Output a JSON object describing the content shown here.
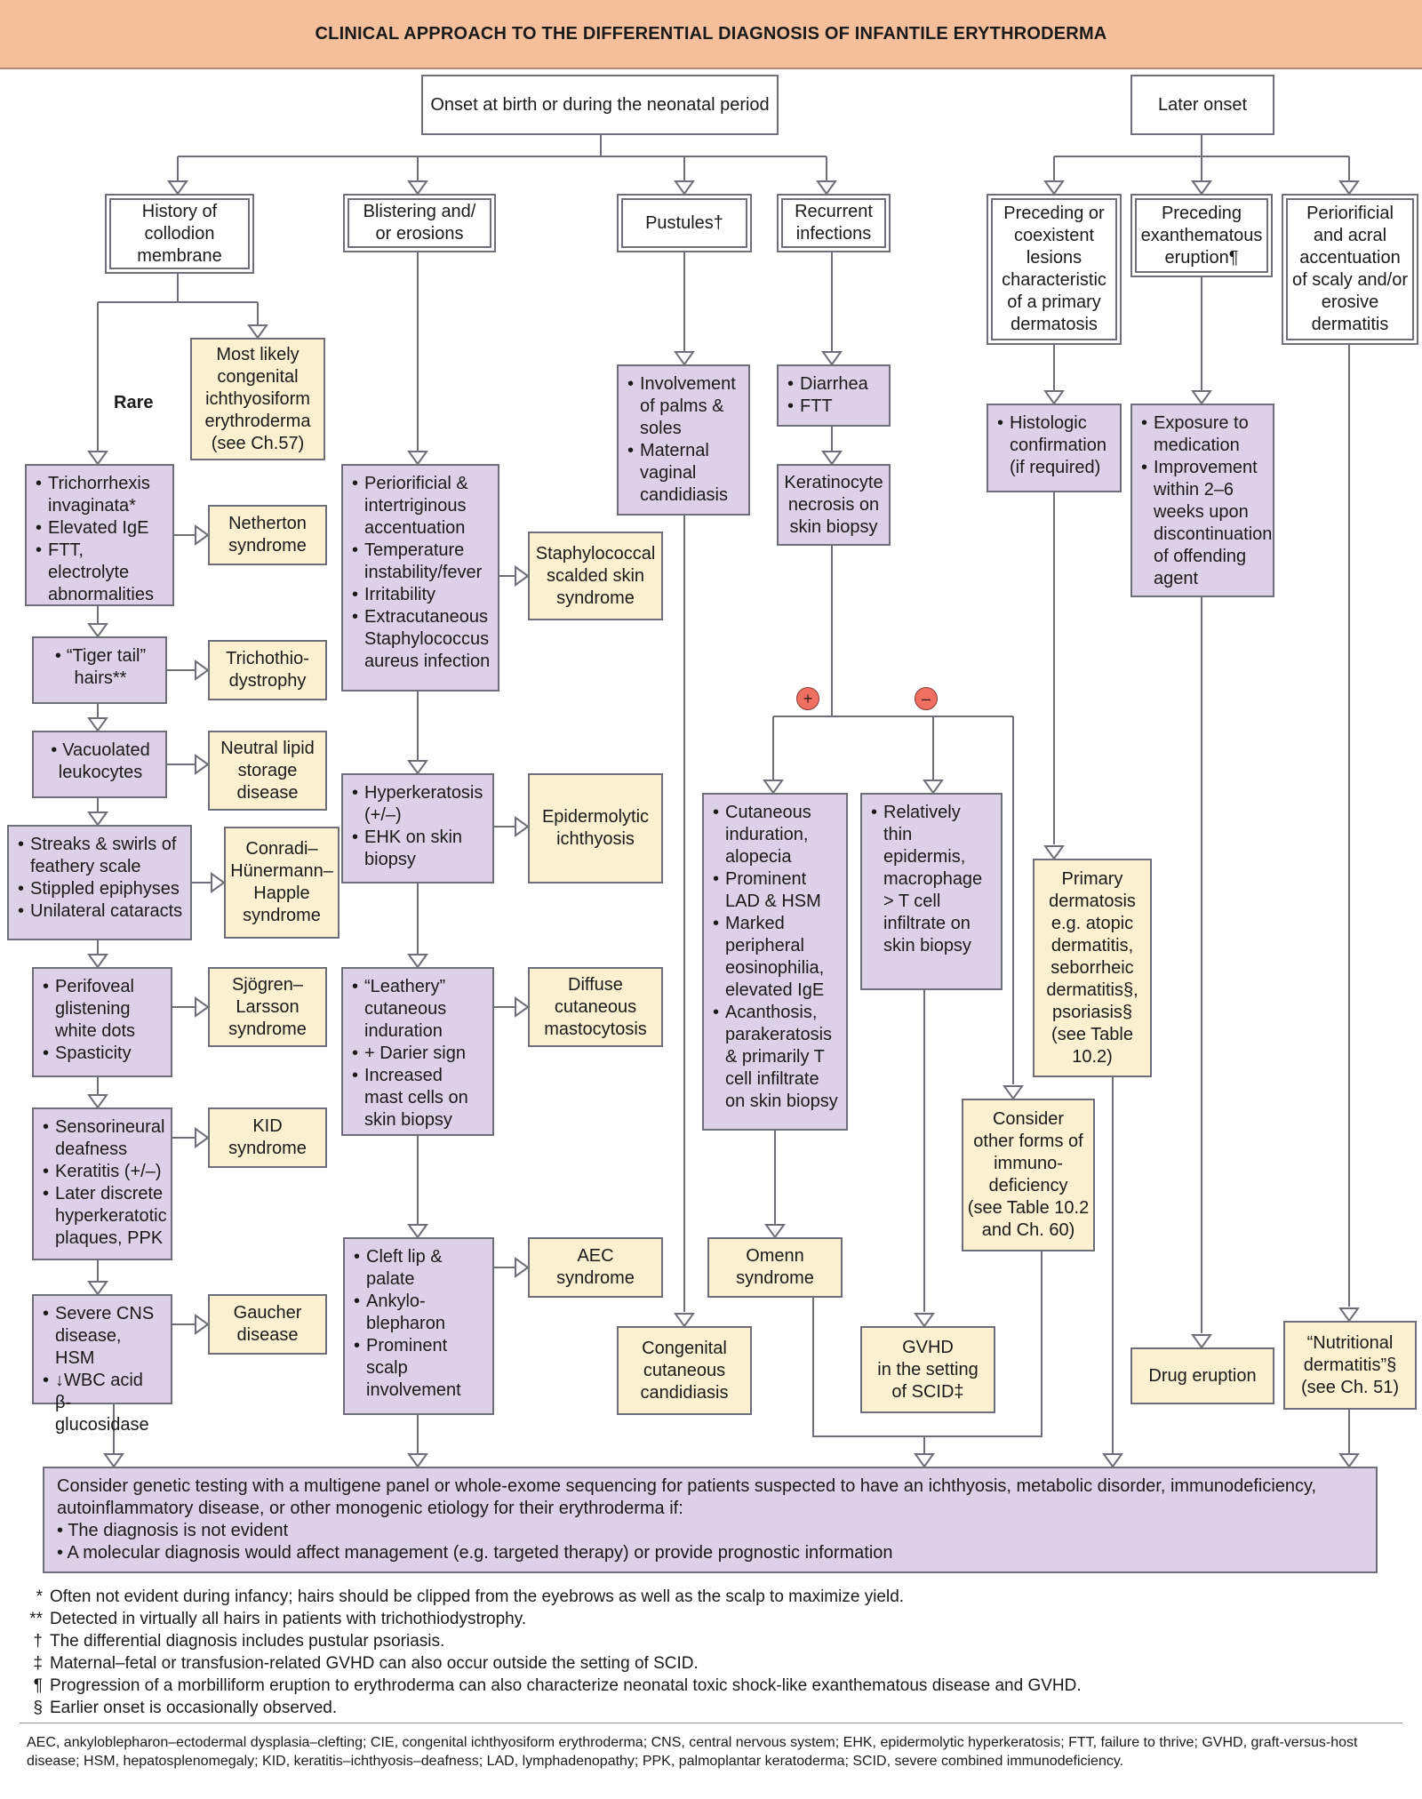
{
  "title": "CLINICAL APPROACH TO THE DIFFERENTIAL DIAGNOSIS OF INFANTILE ERYTHRODERMA",
  "onset_neonatal": "Onset at birth or during the neonatal period",
  "onset_later": "Later onset",
  "cat_collodion": "History of\ncollodion\nmembrane",
  "cat_blistering": "Blistering and/\nor erosions",
  "cat_pustules": "Pustules†",
  "cat_infections": "Recurrent\ninfections",
  "cat_primary": "Preceding or\ncoexistent\nlesions\ncharacteristic\nof a primary\ndermatosis",
  "cat_exanthem": "Preceding\nexanthematous\neruption¶",
  "cat_periorificial": "Periorificial\nand acral\naccentuation\nof scaly and/or\nerosive\ndermatitis",
  "rare_label": "Rare",
  "cie_result": "Most likely\ncongenital\nichthyosiform\nerythroderma\n(see Ch.57)",
  "left": {
    "f1": [
      "Trichorrhexis invaginata*",
      "Elevated IgE",
      "FTT, electrolyte abnormalities"
    ],
    "r1": "Netherton\nsyndrome",
    "f2": [
      "“Tiger tail” hairs**"
    ],
    "r2": "Trichothio-\ndystrophy",
    "f3": [
      "Vacuolated leukocytes"
    ],
    "r3": "Neutral lipid\nstorage\ndisease",
    "f4": [
      "Streaks & swirls of feathery scale",
      "Stippled epiphyses",
      "Unilateral cataracts"
    ],
    "r4": "Conradi–\nHünermann–\nHapple\nsyndrome",
    "f5": [
      "Perifoveal glistening white dots",
      "Spasticity"
    ],
    "r5": "Sjögren–\nLarsson\nsyndrome",
    "f6": [
      "Sensorineural deafness",
      "Keratitis (+/–)",
      "Later discrete hyperkeratotic plaques, PPK"
    ],
    "r6": "KID\nsyndrome",
    "f7": [
      "Severe CNS disease, HSM",
      "↓WBC acid β-glucosidase"
    ],
    "r7": "Gaucher\ndisease"
  },
  "mid": {
    "f1": [
      "Periorificial & intertriginous accentuation",
      "Temperature instability/fever",
      "Irritability",
      "Extracutaneous Staphylococcus aureus infection"
    ],
    "r1": "Staphylococcal\nscalded skin\nsyndrome",
    "f2": [
      "Hyperkeratosis (+/–)",
      "EHK on skin biopsy"
    ],
    "r2": "Epidermolytic\nichthyosis",
    "f3": [
      "“Leathery” cutaneous induration",
      "+ Darier sign",
      "Increased mast cells on skin biopsy"
    ],
    "r3": "Diffuse\ncutaneous\nmastocytosis",
    "f4": [
      "Cleft lip & palate",
      "Ankylo-blepharon",
      "Prominent scalp involvement"
    ],
    "r4": "AEC\nsyndrome"
  },
  "pustules": {
    "features": [
      "Involvement of palms & soles",
      "Maternal vaginal candidiasis"
    ],
    "result": "Congenital\ncutaneous\ncandidiasis"
  },
  "infections": {
    "features": [
      "Diarrhea",
      "FTT"
    ],
    "biopsy": "Keratinocyte\nnecrosis on\nskin biopsy",
    "plus": "+",
    "minus": "–",
    "omenn_features": [
      "Cutaneous induration, alopecia",
      "Prominent LAD & HSM",
      "Marked peripheral eosinophilia, elevated IgE",
      "Acanthosis, parakeratosis & primarily T cell infiltrate on skin biopsy"
    ],
    "omenn": "Omenn\nsyndrome",
    "gvhd_features": [
      "Relatively thin epidermis, macrophage > T cell infiltrate on skin biopsy"
    ],
    "gvhd": "GVHD\nin the setting\nof SCID‡",
    "other": "Consider\nother forms of\nimmuno-\ndeficiency\n(see Table 10.2\nand Ch. 60)"
  },
  "later": {
    "histo": [
      "Histologic confirmation (if required)"
    ],
    "primary_result": "Primary\ndermatosis\ne.g. atopic\ndermatitis,\nseborrheic\ndermatitis§,\npsoriasis§\n(see Table\n10.2)",
    "drug_features": [
      "Exposure to medication",
      "Improvement within 2–6 weeks upon discontinuation of offending agent"
    ],
    "drug": "Drug eruption",
    "nutritional": "“Nutritional\ndermatitis”§\n(see Ch. 51)"
  },
  "bottom": {
    "text": "Consider genetic testing with a multigene panel or whole-exome sequencing for patients suspected to have an ichthyosis, metabolic disorder, immunodeficiency, autoinflammatory disease, or other monogenic etiology for their erythroderma if:",
    "items": [
      "The diagnosis is not evident",
      "A molecular diagnosis would affect management (e.g. targeted therapy) or provide prognostic information"
    ]
  },
  "footnotes": [
    {
      "mark": "*",
      "text": "Often not evident during infancy; hairs should be clipped from the eyebrows as well as the scalp to maximize yield."
    },
    {
      "mark": "**",
      "text": "Detected in virtually all hairs in patients with trichothiodystrophy."
    },
    {
      "mark": "†",
      "text": "The differential diagnosis includes pustular psoriasis."
    },
    {
      "mark": "‡",
      "text": "Maternal–fetal or transfusion-related GVHD can also occur outside the setting of SCID."
    },
    {
      "mark": "¶",
      "text": "Progression of a morbilliform eruption to erythroderma can also characterize neonatal toxic shock-like exanthematous disease and GVHD."
    },
    {
      "mark": "§",
      "text": "Earlier onset is occasionally observed."
    }
  ],
  "abbreviations": "AEC, ankyloblepharon–ectodermal dysplasia–clefting; CIE, congenital ichthyosiform erythroderma; CNS, central nervous system; EHK, epidermolytic hyperkeratosis; FTT, failure to thrive; GVHD, graft-versus-host disease; HSM, hepatosplenomegaly; KID, keratitis–ichthyosis–deafness; LAD, lymphadenopathy; PPK, palmoplantar keratoderma; SCID, severe combined immunodeficiency.",
  "colors": {
    "header": "#f5bf9c",
    "finding": "#dcd1e6",
    "diagnosis": "#fbf0cf",
    "connector": "#6e6e78",
    "sign": "#ef6f63"
  }
}
